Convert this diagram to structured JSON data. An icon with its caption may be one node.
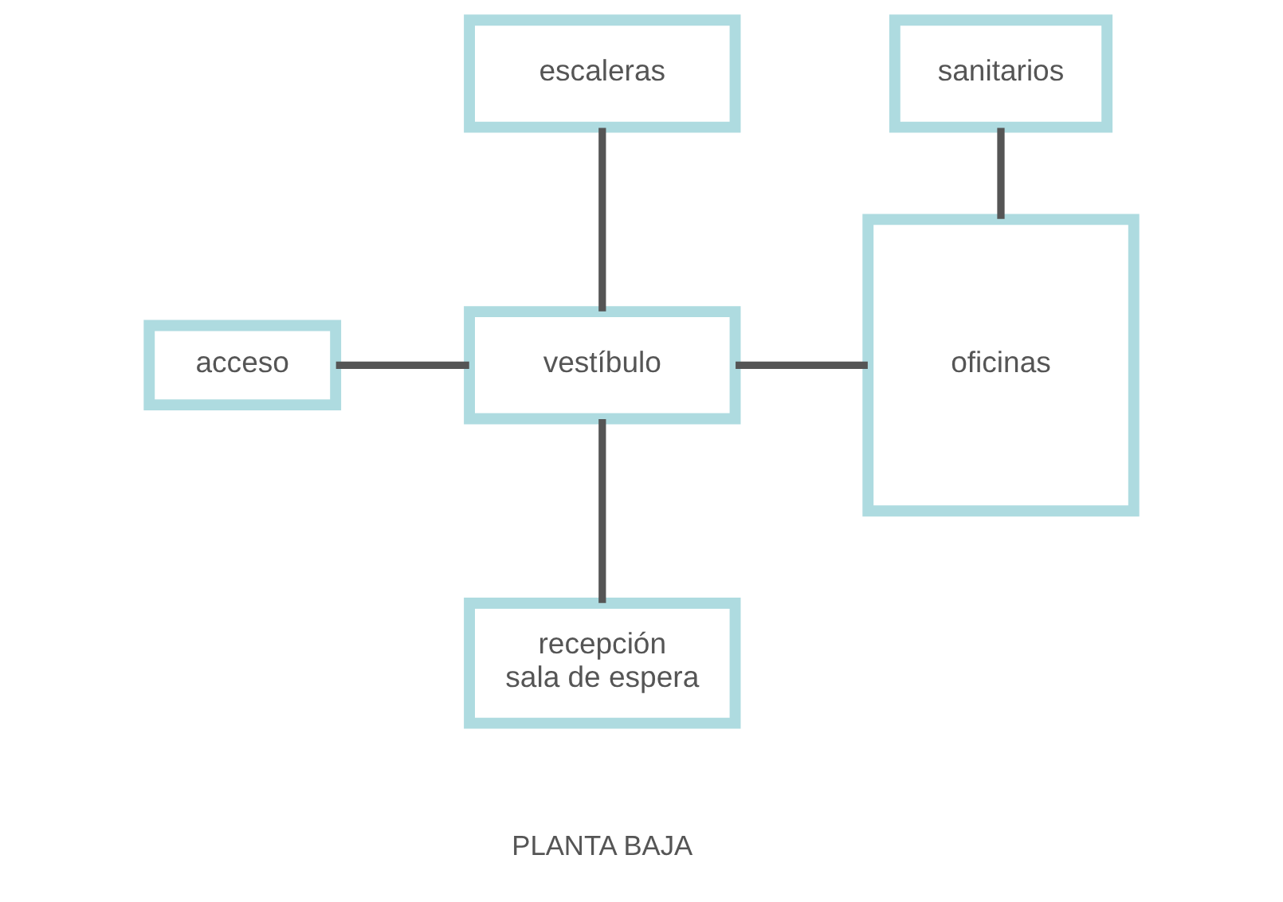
{
  "diagram": {
    "nodes": [
      {
        "text": [
          "escaleras"
        ]
      },
      {
        "text": [
          "sanitarios"
        ]
      },
      {
        "text": [
          "acceso"
        ]
      },
      {
        "text": [
          "vestíbulo"
        ]
      },
      {
        "text": [
          "oficinas"
        ]
      },
      {
        "text": [
          "recepción sala de espera"
        ]
      }
    ],
    "edges": [
      {
        "from": 0,
        "to": 3,
        "arrow": "none"
      },
      {
        "from": 1,
        "to": 4,
        "arrow": "none"
      },
      {
        "from": 2,
        "to": 3,
        "arrow": "none"
      },
      {
        "from": 3,
        "to": 4,
        "arrow": "none"
      },
      {
        "from": 3,
        "to": 5,
        "arrow": "none"
      }
    ],
    "labels": [
      "PLANTA BAJA"
    ]
  }
}
